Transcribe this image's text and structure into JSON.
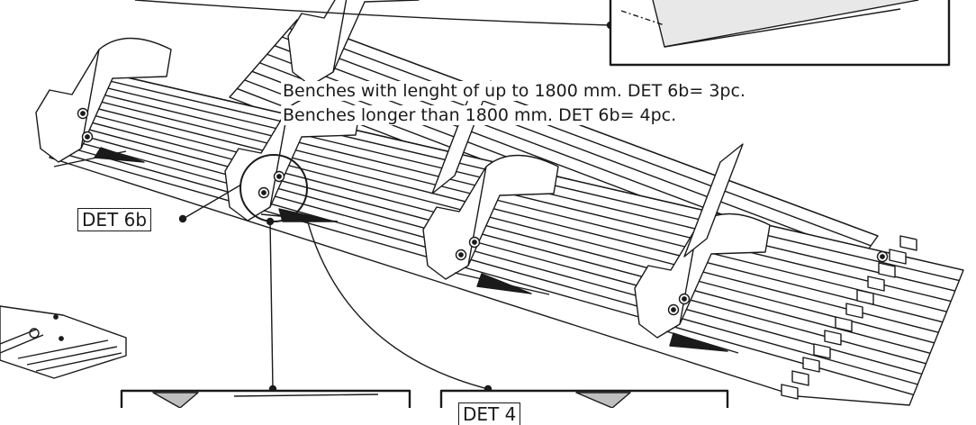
{
  "notes": {
    "short_bench": "Benches with lenght of up to 1800 mm. DET 6b= 3pc.",
    "long_bench": "Benches longer than 1800 mm. DET 6b= 4pc."
  },
  "callouts": {
    "det_6b": "DET 6b",
    "det_4": "DET 4"
  },
  "colors": {
    "line": "#1a1a1a",
    "shade": "#bfbfbf"
  }
}
